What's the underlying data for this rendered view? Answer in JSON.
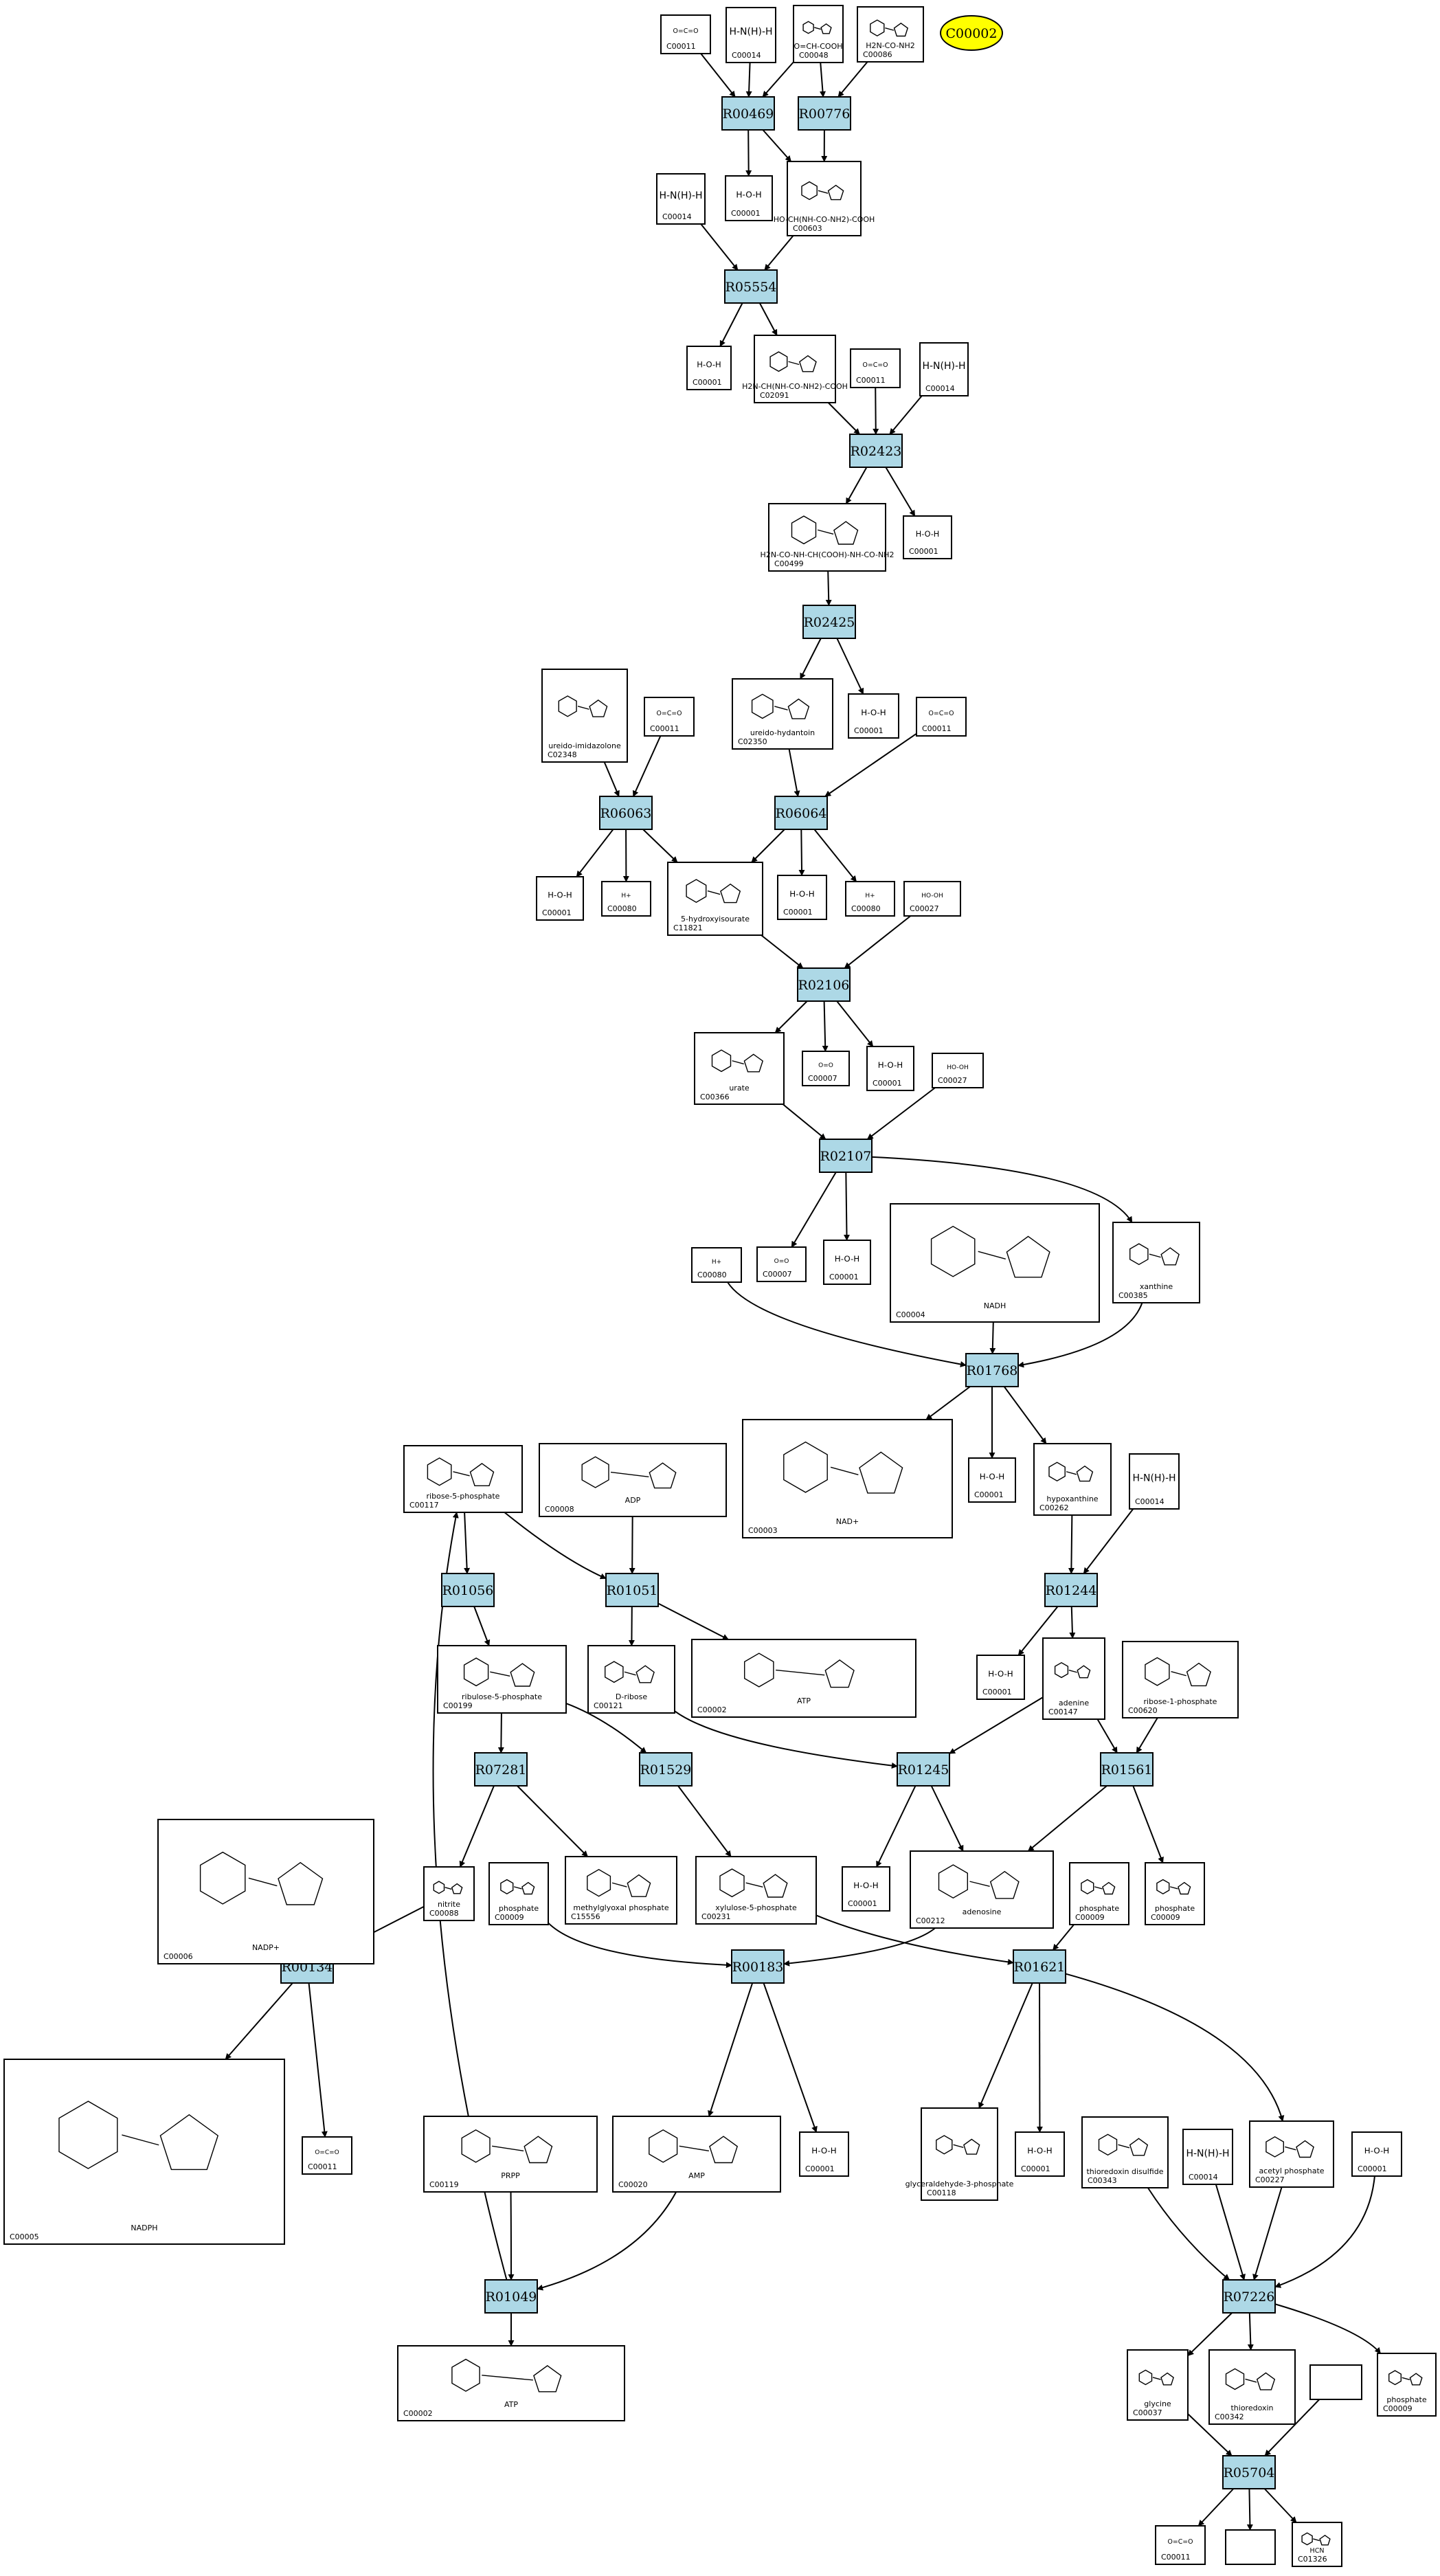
{
  "highlight": {
    "id": "C00002",
    "label": "C00002"
  },
  "colors": {
    "reaction": "#add8e6",
    "highlight": "#ffff00",
    "compound": "#ffffff",
    "line": "#000000"
  },
  "reactions": [
    {
      "id": "R00469",
      "label": "R00469"
    },
    {
      "id": "R00776",
      "label": "R00776"
    },
    {
      "id": "R05554",
      "label": "R05554"
    },
    {
      "id": "R02423",
      "label": "R02423"
    },
    {
      "id": "R02425",
      "label": "R02425"
    },
    {
      "id": "R06063",
      "label": "R06063"
    },
    {
      "id": "R06064",
      "label": "R06064"
    },
    {
      "id": "R02106",
      "label": "R02106"
    },
    {
      "id": "R02107",
      "label": "R02107"
    },
    {
      "id": "R01768",
      "label": "R01768"
    },
    {
      "id": "R01056",
      "label": "R01056"
    },
    {
      "id": "R01051",
      "label": "R01051"
    },
    {
      "id": "R01244",
      "label": "R01244"
    },
    {
      "id": "R07281",
      "label": "R07281"
    },
    {
      "id": "R01529",
      "label": "R01529"
    },
    {
      "id": "R01245",
      "label": "R01245"
    },
    {
      "id": "R01561",
      "label": "R01561"
    },
    {
      "id": "R00134",
      "label": "R00134"
    },
    {
      "id": "R00183",
      "label": "R00183"
    },
    {
      "id": "R01621",
      "label": "R01621"
    },
    {
      "id": "R01049",
      "label": "R01049"
    },
    {
      "id": "R07226",
      "label": "R07226"
    },
    {
      "id": "R05704",
      "label": "R05704"
    }
  ],
  "compounds": [
    {
      "id": "n1",
      "code": "C00011",
      "struct": "O=C=O"
    },
    {
      "id": "n2",
      "code": "C00014",
      "struct": "H-N(H)-H"
    },
    {
      "id": "n3",
      "code": "C00048",
      "struct": "O=CH-COOH"
    },
    {
      "id": "n4",
      "code": "C00086",
      "struct": "H2N-CO-NH2"
    },
    {
      "id": "n5",
      "code": "C00001",
      "struct": "H-O-H"
    },
    {
      "id": "n6",
      "code": "C00603",
      "struct": "HO-CH(NH-CO-NH2)-COOH"
    },
    {
      "id": "n7",
      "code": "C00014",
      "struct": "H-N(H)-H"
    },
    {
      "id": "n8",
      "code": "C00001",
      "struct": "H-O-H"
    },
    {
      "id": "n9",
      "code": "C02091",
      "struct": "H2N-CH(NH-CO-NH2)-COOH"
    },
    {
      "id": "n10",
      "code": "C00011",
      "struct": "O=C=O"
    },
    {
      "id": "n11",
      "code": "C00014",
      "struct": "H-N(H)-H"
    },
    {
      "id": "n12",
      "code": "C00499",
      "struct": "H2N-CO-NH-CH(COOH)-NH-CO-NH2"
    },
    {
      "id": "n13",
      "code": "C00001",
      "struct": "H-O-H"
    },
    {
      "id": "n14",
      "code": "C02348",
      "struct": "ureido-imidazolone"
    },
    {
      "id": "n15",
      "code": "C00011",
      "struct": "O=C=O"
    },
    {
      "id": "n16",
      "code": "C02350",
      "struct": "ureido-hydantoin"
    },
    {
      "id": "n17",
      "code": "C00001",
      "struct": "H-O-H"
    },
    {
      "id": "n18",
      "code": "C00011",
      "struct": "O=C=O"
    },
    {
      "id": "n19",
      "code": "C00001",
      "struct": "H-O-H"
    },
    {
      "id": "n20",
      "code": "C00080",
      "struct": "H+"
    },
    {
      "id": "n21",
      "code": "C11821",
      "struct": "5-hydroxyisourate"
    },
    {
      "id": "n22",
      "code": "C00001",
      "struct": "H-O-H"
    },
    {
      "id": "n23",
      "code": "C00080",
      "struct": "H+"
    },
    {
      "id": "n24",
      "code": "C00027",
      "struct": "HO-OH"
    },
    {
      "id": "n25",
      "code": "C00366",
      "struct": "urate"
    },
    {
      "id": "n26",
      "code": "C00007",
      "struct": "O=O"
    },
    {
      "id": "n27",
      "code": "C00001",
      "struct": "H-O-H"
    },
    {
      "id": "n28",
      "code": "C00027",
      "struct": "HO-OH"
    },
    {
      "id": "n29",
      "code": "C00080",
      "struct": "H+"
    },
    {
      "id": "n30",
      "code": "C00007",
      "struct": "O=O"
    },
    {
      "id": "n31",
      "code": "C00001",
      "struct": "H-O-H"
    },
    {
      "id": "n32",
      "code": "C00004",
      "struct": "NADH"
    },
    {
      "id": "n33",
      "code": "C00385",
      "struct": "xanthine"
    },
    {
      "id": "n34",
      "code": "C00003",
      "struct": "NAD+"
    },
    {
      "id": "n35",
      "code": "C00001",
      "struct": "H-O-H"
    },
    {
      "id": "n36",
      "code": "C00262",
      "struct": "hypoxanthine"
    },
    {
      "id": "n37",
      "code": "C00117",
      "struct": "ribose-5-phosphate"
    },
    {
      "id": "n38",
      "code": "C00008",
      "struct": "ADP"
    },
    {
      "id": "n39",
      "code": "C00014",
      "struct": "H-N(H)-H"
    },
    {
      "id": "n40",
      "code": "C00199",
      "struct": "ribulose-5-phosphate"
    },
    {
      "id": "n41",
      "code": "C00121",
      "struct": "D-ribose"
    },
    {
      "id": "n42",
      "code": "C00002",
      "struct": "ATP"
    },
    {
      "id": "n43",
      "code": "C00001",
      "struct": "H-O-H"
    },
    {
      "id": "n44",
      "code": "C00147",
      "struct": "adenine"
    },
    {
      "id": "n45",
      "code": "C00620",
      "struct": "ribose-1-phosphate"
    },
    {
      "id": "n46",
      "code": "C00006",
      "struct": "NADP+"
    },
    {
      "id": "n47",
      "code": "C00088",
      "struct": "nitrite"
    },
    {
      "id": "n48",
      "code": "C00009",
      "struct": "phosphate"
    },
    {
      "id": "n49",
      "code": "C15556",
      "struct": "methylglyoxal phosphate"
    },
    {
      "id": "n50",
      "code": "C00231",
      "struct": "xylulose-5-phosphate"
    },
    {
      "id": "n51",
      "code": "C00001",
      "struct": "H-O-H"
    },
    {
      "id": "n52",
      "code": "C00212",
      "struct": "adenosine"
    },
    {
      "id": "n53",
      "code": "C00009",
      "struct": "phosphate"
    },
    {
      "id": "n54",
      "code": "C00009",
      "struct": "phosphate"
    },
    {
      "id": "n55",
      "code": "C00005",
      "struct": "NADPH"
    },
    {
      "id": "n56",
      "code": "C00011",
      "struct": "O=C=O"
    },
    {
      "id": "n57",
      "code": "C00119",
      "struct": "PRPP"
    },
    {
      "id": "n58",
      "code": "C00020",
      "struct": "AMP"
    },
    {
      "id": "n59",
      "code": "C00001",
      "struct": "H-O-H"
    },
    {
      "id": "n60",
      "code": "C00118",
      "struct": "glyceraldehyde-3-phosphate"
    },
    {
      "id": "n61",
      "code": "C00001",
      "struct": "H-O-H"
    },
    {
      "id": "n62",
      "code": "C00343",
      "struct": "thioredoxin disulfide"
    },
    {
      "id": "n63",
      "code": "C00014",
      "struct": "H-N(H)-H"
    },
    {
      "id": "n64",
      "code": "C00227",
      "struct": "acetyl phosphate"
    },
    {
      "id": "n65",
      "code": "C00001",
      "struct": "H-O-H"
    },
    {
      "id": "n66",
      "code": "C00002",
      "struct": "ATP"
    },
    {
      "id": "n67",
      "code": "C00037",
      "struct": "glycine"
    },
    {
      "id": "n68",
      "code": "C00342",
      "struct": "thioredoxin"
    },
    {
      "id": "n69",
      "code": "",
      "struct": ""
    },
    {
      "id": "n70",
      "code": "C00009",
      "struct": "phosphate"
    },
    {
      "id": "n71",
      "code": "C00011",
      "struct": "O=C=O"
    },
    {
      "id": "n72",
      "code": "",
      "struct": ""
    },
    {
      "id": "n73",
      "code": "C01326",
      "struct": "HCN"
    }
  ],
  "edges": [
    [
      "n1",
      "R00469"
    ],
    [
      "n2",
      "R00469"
    ],
    [
      "n3",
      "R00469"
    ],
    [
      "n3",
      "R00776"
    ],
    [
      "n4",
      "R00776"
    ],
    [
      "R00469",
      "n5"
    ],
    [
      "R00469",
      "n6"
    ],
    [
      "R00776",
      "n6"
    ],
    [
      "n7",
      "R05554"
    ],
    [
      "n6",
      "R05554"
    ],
    [
      "R05554",
      "n8"
    ],
    [
      "R05554",
      "n9"
    ],
    [
      "n9",
      "R02423"
    ],
    [
      "n10",
      "R02423"
    ],
    [
      "n11",
      "R02423"
    ],
    [
      "R02423",
      "n12"
    ],
    [
      "R02423",
      "n13"
    ],
    [
      "n12",
      "R02425"
    ],
    [
      "R02425",
      "n16"
    ],
    [
      "R02425",
      "n17"
    ],
    [
      "n14",
      "R06063"
    ],
    [
      "n15",
      "R06063"
    ],
    [
      "R06063",
      "n19"
    ],
    [
      "R06063",
      "n20"
    ],
    [
      "R06063",
      "n21"
    ],
    [
      "n16",
      "R06064"
    ],
    [
      "n18",
      "R06064"
    ],
    [
      "R06064",
      "n21"
    ],
    [
      "R06064",
      "n22"
    ],
    [
      "R06064",
      "n23"
    ],
    [
      "n21",
      "R02106"
    ],
    [
      "n24",
      "R02106"
    ],
    [
      "R02106",
      "n25"
    ],
    [
      "R02106",
      "n26"
    ],
    [
      "R02106",
      "n27"
    ],
    [
      "n25",
      "R02107"
    ],
    [
      "n28",
      "R02107"
    ],
    [
      "R02107",
      "n30"
    ],
    [
      "R02107",
      "n31"
    ],
    [
      "R02107",
      "n33"
    ],
    [
      "n29",
      "R01768"
    ],
    [
      "n32",
      "R01768"
    ],
    [
      "n33",
      "R01768"
    ],
    [
      "R01768",
      "n34"
    ],
    [
      "R01768",
      "n35"
    ],
    [
      "R01768",
      "n36"
    ],
    [
      "n37",
      "R01056"
    ],
    [
      "n37",
      "R01051"
    ],
    [
      "n38",
      "R01051"
    ],
    [
      "R01051",
      "n41"
    ],
    [
      "R01051",
      "n42"
    ],
    [
      "R01056",
      "n40"
    ],
    [
      "n36",
      "R01244"
    ],
    [
      "n39",
      "R01244"
    ],
    [
      "R01244",
      "n43"
    ],
    [
      "R01244",
      "n44"
    ],
    [
      "n40",
      "R07281"
    ],
    [
      "n40",
      "R01529"
    ],
    [
      "n41",
      "R01245"
    ],
    [
      "n44",
      "R01245"
    ],
    [
      "n44",
      "R01561"
    ],
    [
      "n45",
      "R01561"
    ],
    [
      "R07281",
      "n47"
    ],
    [
      "R07281",
      "n49"
    ],
    [
      "R01529",
      "n50"
    ],
    [
      "R01245",
      "n51"
    ],
    [
      "R01245",
      "n52"
    ],
    [
      "R01561",
      "n52"
    ],
    [
      "R01561",
      "n54"
    ],
    [
      "n46",
      "R00134"
    ],
    [
      "n47",
      "R00134"
    ],
    [
      "R00134",
      "n55"
    ],
    [
      "R00134",
      "n56"
    ],
    [
      "n48",
      "R00183"
    ],
    [
      "n52",
      "R00183"
    ],
    [
      "R00183",
      "n58"
    ],
    [
      "R00183",
      "n59"
    ],
    [
      "n50",
      "R01621"
    ],
    [
      "n53",
      "R01621"
    ],
    [
      "R01621",
      "n60"
    ],
    [
      "R01621",
      "n61"
    ],
    [
      "R01621",
      "n64"
    ],
    [
      "n57",
      "R01049"
    ],
    [
      "n58",
      "R01049"
    ],
    [
      "R01049",
      "n66"
    ],
    [
      "R01049",
      "n37"
    ],
    [
      "n62",
      "R07226"
    ],
    [
      "n63",
      "R07226"
    ],
    [
      "n64",
      "R07226"
    ],
    [
      "n65",
      "R07226"
    ],
    [
      "R07226",
      "n67"
    ],
    [
      "R07226",
      "n68"
    ],
    [
      "R07226",
      "n70"
    ],
    [
      "n67",
      "R05704"
    ],
    [
      "n69",
      "R05704"
    ],
    [
      "R05704",
      "n71"
    ],
    [
      "R05704",
      "n72"
    ],
    [
      "R05704",
      "n73"
    ]
  ]
}
